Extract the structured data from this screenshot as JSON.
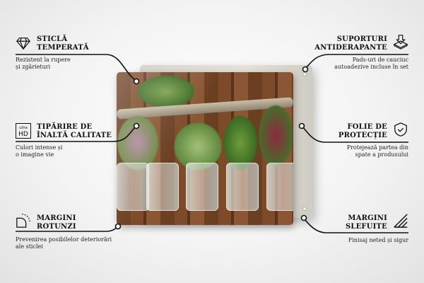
{
  "features": {
    "tempered_glass": {
      "title_line1": "STICLĂ",
      "title_line2": "TEMPERATĂ",
      "desc_line1": "Rezistent la rupere",
      "desc_line2": "și zgârieturi",
      "icon": "diamond-icon"
    },
    "hd_print": {
      "title_line1": "TIPĂRIRE DE",
      "title_line2": "ÎNALTĂ CALITATE",
      "desc_line1": "Culori intense și",
      "desc_line2": "o imagine vie",
      "icon": "ultra-hd-icon",
      "icon_text_top": "ultra",
      "icon_text_bottom": "HD"
    },
    "rounded_edges": {
      "title_line1": "MARGINI",
      "title_line2": "ROTUNZI",
      "desc_line1": "Prevenirea posibilelor deteriorări",
      "desc_line2": "ale sticlei",
      "icon": "rounded-corner-icon"
    },
    "anti_slip": {
      "title_line1": "SUPORTURI",
      "title_line2": "ANTIDERAPANTE",
      "desc_line1": "Pads-uri de cauciuc",
      "desc_line2": "autoadezive incluse în set",
      "icon": "pad-arrow-icon"
    },
    "protective_foil": {
      "title_line1": "FOLIE DE",
      "title_line2": "PROTECȚIE",
      "desc_line1": "Protejează partea din",
      "desc_line2": "spate a produsului",
      "icon": "shield-check-icon"
    },
    "polished_edges": {
      "title_line1": "MARGINI",
      "title_line2": "SLEFUITE",
      "desc_line1": "Finisaj neted și sigur",
      "icon": "hatched-edge-icon"
    }
  },
  "colors": {
    "line": "#111111",
    "background": "#f3f3f3"
  }
}
